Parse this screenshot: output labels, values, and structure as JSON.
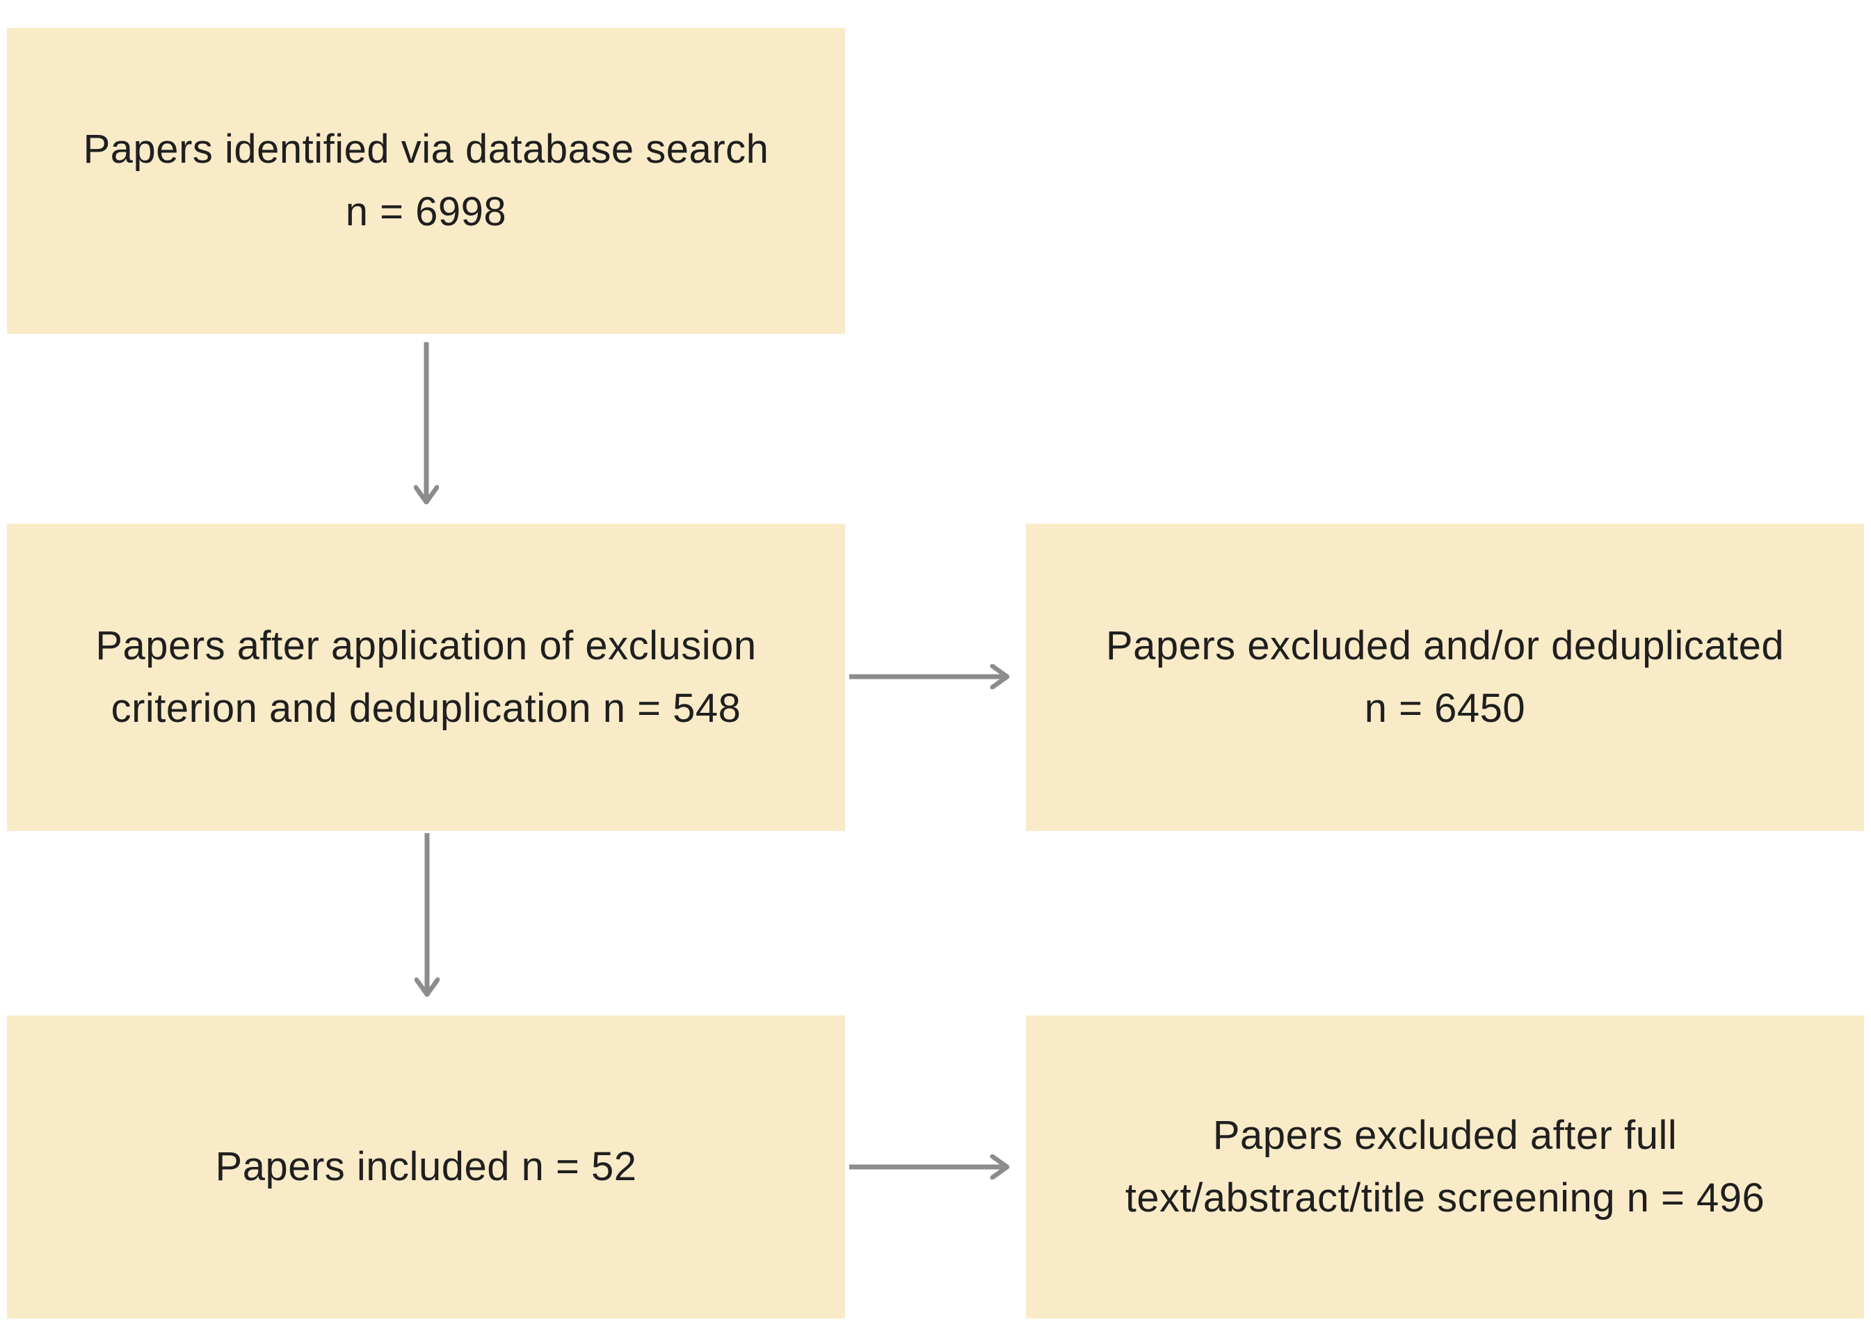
{
  "diagram": {
    "type": "flowchart",
    "colors": {
      "background": "#ffffff",
      "box_fill": "#faebc8",
      "arrow_color": "#8c8c8c",
      "text_color": "#1f1f1f"
    },
    "nodes": [
      {
        "id": "identified",
        "lines": [
          "Papers identified via database search",
          "n = 6998"
        ]
      },
      {
        "id": "after_exclusion",
        "lines": [
          "Papers after application of exclusion",
          "criterion and deduplication n = 548"
        ]
      },
      {
        "id": "excluded_dedup",
        "lines": [
          "Papers excluded and/or deduplicated",
          "n = 6450"
        ]
      },
      {
        "id": "included",
        "lines": [
          "Papers included n = 52"
        ]
      },
      {
        "id": "excluded_screening",
        "lines": [
          "Papers excluded after full",
          "text/abstract/title screening n = 496"
        ]
      }
    ],
    "edges": [
      {
        "from": "identified",
        "to": "after_exclusion",
        "direction": "down"
      },
      {
        "from": "after_exclusion",
        "to": "excluded_dedup",
        "direction": "right"
      },
      {
        "from": "after_exclusion",
        "to": "included",
        "direction": "down"
      },
      {
        "from": "included",
        "to": "excluded_screening",
        "direction": "right"
      }
    ]
  }
}
